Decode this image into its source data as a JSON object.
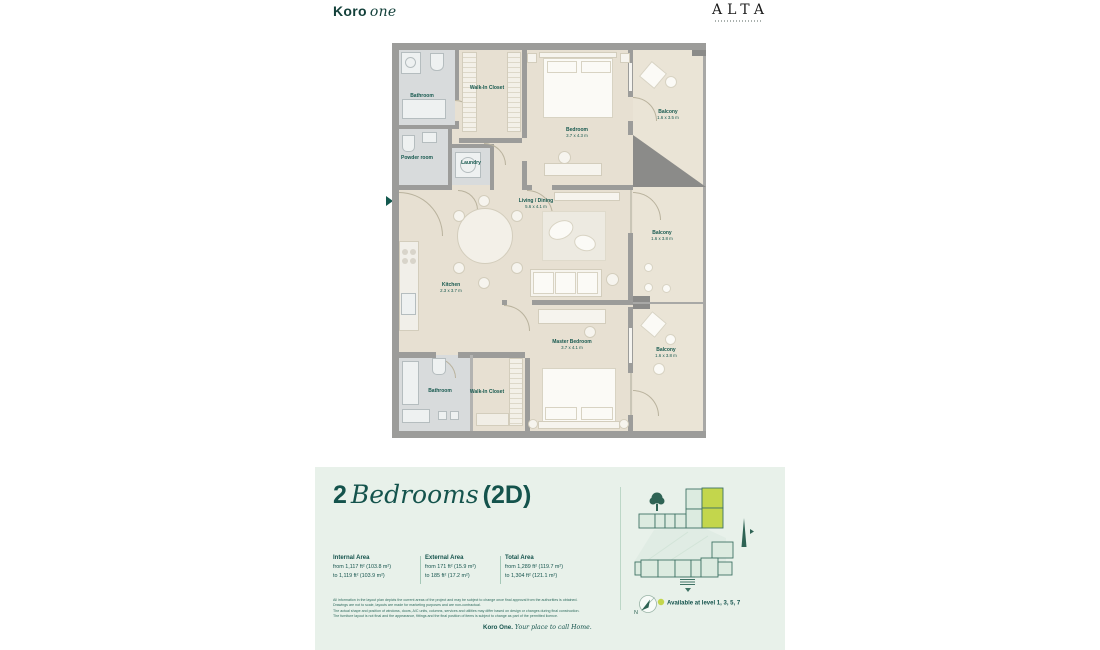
{
  "header": {
    "brand_bold": "Koro",
    "brand_italic": "one",
    "alta": "ALTA"
  },
  "floorplan": {
    "rooms": [
      {
        "name": "Bathroom",
        "dims": ""
      },
      {
        "name": "Walk-In Closet",
        "dims": ""
      },
      {
        "name": "Bedroom",
        "dims": "3.7 x 4.3 m"
      },
      {
        "name": "Balcony",
        "dims": "1.6 x 3.5 m"
      },
      {
        "name": "Powder room",
        "dims": ""
      },
      {
        "name": "Laundry",
        "dims": ""
      },
      {
        "name": "Living / Dining",
        "dims": "5.6 x 4.1 m"
      },
      {
        "name": "Balcony",
        "dims": "1.6 x 3.8 m"
      },
      {
        "name": "Kitchen",
        "dims": "2.3 x 3.7 m"
      },
      {
        "name": "Master Bedroom",
        "dims": "3.7 x 4.1 m"
      },
      {
        "name": "Balcony",
        "dims": "1.6 x 3.8 m"
      },
      {
        "name": "Bathroom",
        "dims": ""
      },
      {
        "name": "Walk-In Closet",
        "dims": ""
      }
    ]
  },
  "info": {
    "title_num": "2",
    "title_word": "Bedrooms",
    "title_code": "(2D)",
    "areas": [
      {
        "label": "Internal Area",
        "from": "from 1,117 ft² (103.8 m²)",
        "to": "to 1,119 ft² (103.9 m²)"
      },
      {
        "label": "External Area",
        "from": "from 171 ft² (15.9 m²)",
        "to": "to 185 ft² (17.2 m²)"
      },
      {
        "label": "Total Area",
        "from": "from 1,289 ft² (119.7 m²)",
        "to": "to 1,304 ft² (121.1 m²)"
      }
    ],
    "disclaimer": [
      "All information in the layout plan depicts the current areas of the project and may be subject to change once final approval from the authorities is obtained.",
      "Drawings are not to scale, layouts are made for marketing purposes and are non-contractual.",
      "The actual shape and position of windows, doors, A/C units, columns, services and utilities may differ based on design or changes during final construction.",
      "The furniture layout is not final and the appearance, fittings and the final position of items is subject to change as part of the permitted licence."
    ],
    "availability": "Available at level 1, 3, 5, 7",
    "compass_n": "N",
    "tagline_bold": "Koro One.",
    "tagline_italic": "Your place to call Home."
  },
  "colors": {
    "accent_teal": "#14534c",
    "highlight": "#c3d64c"
  }
}
